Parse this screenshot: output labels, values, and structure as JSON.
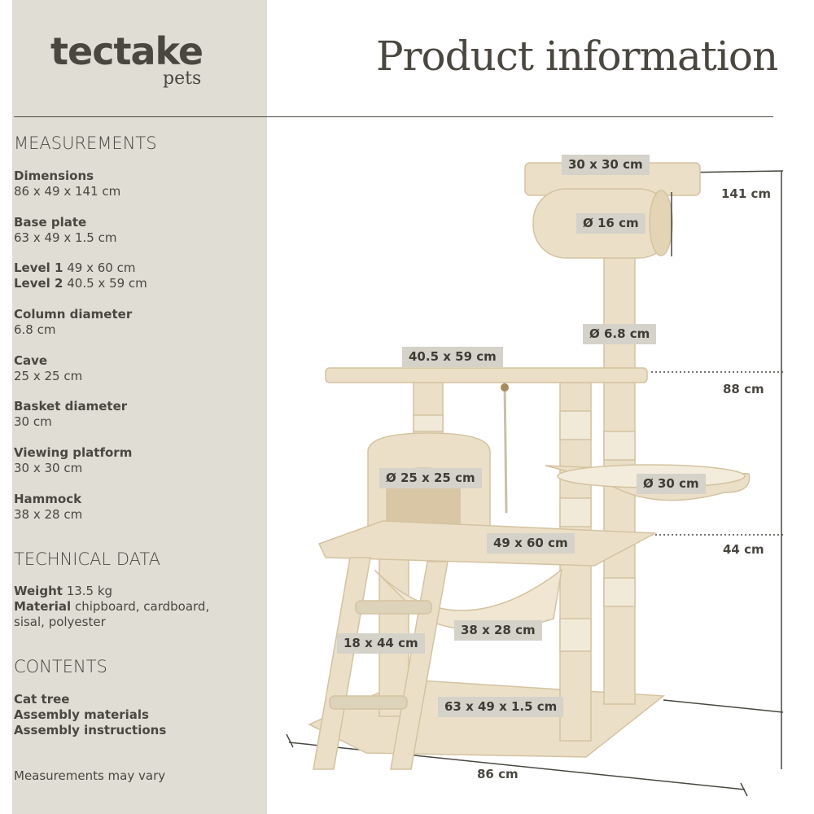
{
  "brand": {
    "name": "tectake",
    "sub": "pets"
  },
  "title": "Product information",
  "measurements": {
    "heading": "MEASUREMENTS",
    "items": [
      {
        "label": "Dimensions",
        "value": "86 x 49 x 141 cm"
      },
      {
        "label": "Base plate",
        "value": "63 x 49 x 1.5 cm"
      },
      {
        "label": "Level 1",
        "value": "49 x 60 cm"
      },
      {
        "label": "Level 2",
        "value": "40.5 x 59 cm"
      },
      {
        "label": "Column diameter",
        "value": "6.8 cm"
      },
      {
        "label": "Cave",
        "value": "25 x 25 cm"
      },
      {
        "label": "Basket diameter",
        "value": "30 cm"
      },
      {
        "label": "Viewing platform",
        "value": "30 x 30 cm"
      },
      {
        "label": "Hammock",
        "value": "38 x 28 cm"
      }
    ]
  },
  "technical": {
    "heading": "TECHNICAL DATA",
    "weight_label": "Weight",
    "weight": "13.5 kg",
    "material_label": "Material",
    "material": "chipboard, cardboard, sisal, polyester"
  },
  "contents": {
    "heading": "CONTENTS",
    "items": [
      "Cat tree",
      "Assembly materials",
      "Assembly instructions"
    ]
  },
  "note": "Measurements may vary",
  "diagram": {
    "labels": {
      "platform": "30 x 30 cm",
      "tube": "Ø 16 cm",
      "column": "Ø 6.8 cm",
      "level2": "40.5 x 59 cm",
      "cave": "Ø 25 x 25 cm",
      "basket": "Ø 30 cm",
      "level1": "49 x 60 cm",
      "hammock": "38 x 28 cm",
      "ladder": "18 x 44 cm",
      "base": "63 x 49 x 1.5 cm"
    },
    "dims": {
      "total_height": "141 cm",
      "h2": "88 cm",
      "h1": "44 cm",
      "width": "86 cm"
    }
  }
}
